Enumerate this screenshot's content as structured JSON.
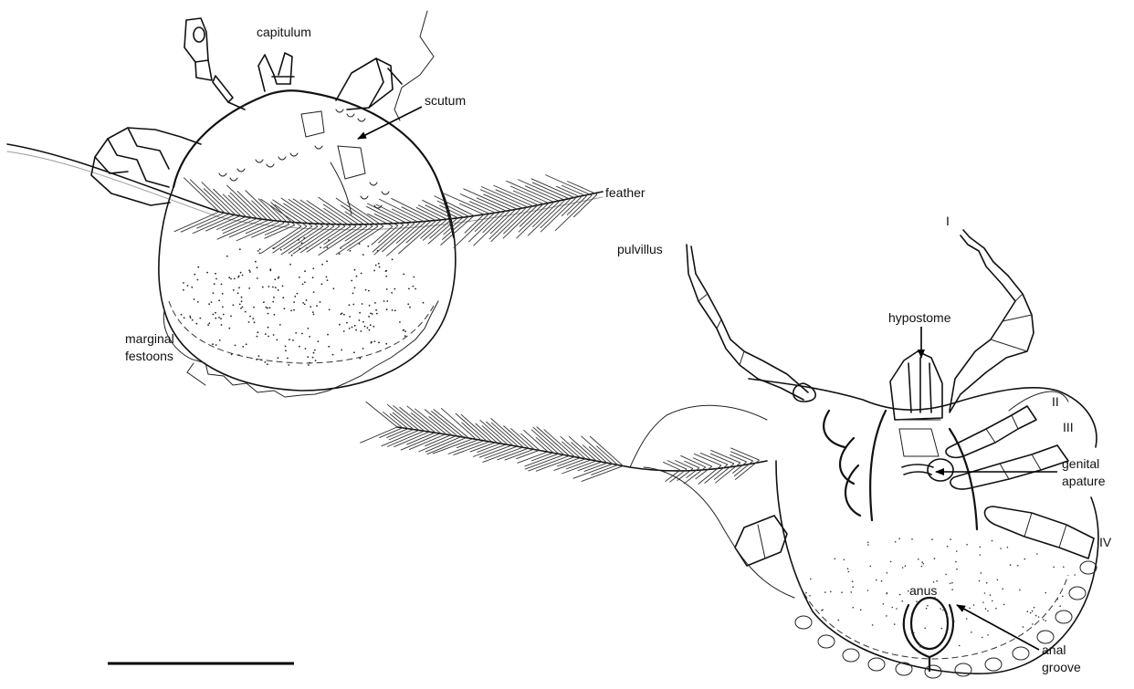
{
  "figure": {
    "background": "#ffffff",
    "ink_color": "#111111",
    "dorsal_labels": {
      "capitulum": "capitulum",
      "scutum": "scutum",
      "feather": "feather",
      "marginal_festoons_line1": "marginal",
      "marginal_festoons_line2": "festoons"
    },
    "ventral_labels": {
      "pulvillus": "pulvillus",
      "hypostome": "hypostome",
      "leg_I": "I",
      "leg_II": "II",
      "leg_III": "III",
      "leg_IV": "IV",
      "genital_line1": "genital",
      "genital_line2": "apature",
      "anus": "anus",
      "anal_groove_line1": "anal",
      "anal_groove_line2": "groove"
    }
  }
}
